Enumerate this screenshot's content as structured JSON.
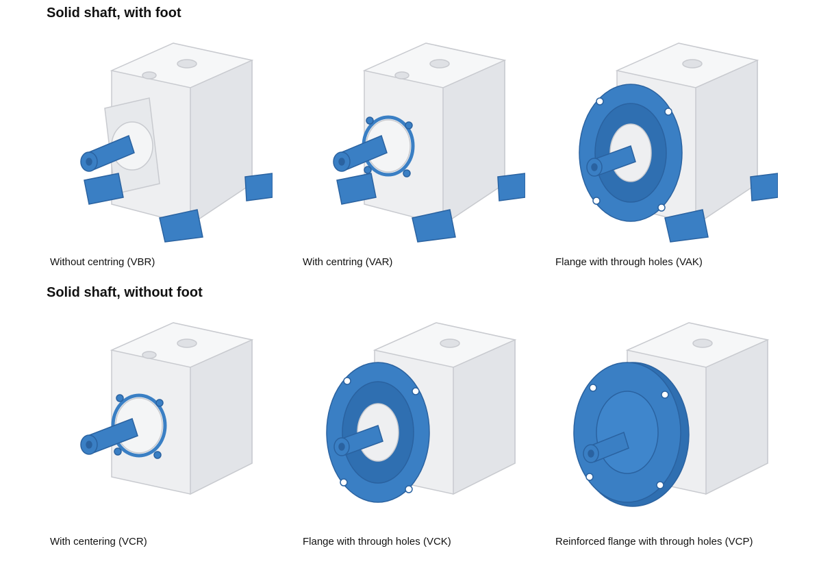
{
  "sections": [
    {
      "title": "Solid shaft, with foot",
      "items": [
        {
          "caption": "Without centring (VBR)",
          "mount": "foot-plain"
        },
        {
          "caption": "With centring (VAR)",
          "mount": "foot-centring"
        },
        {
          "caption": "Flange with through holes (VAK)",
          "mount": "foot-flange"
        }
      ]
    },
    {
      "title": "Solid shaft, without foot",
      "items": [
        {
          "caption": "With centering (VCR)",
          "mount": "centring"
        },
        {
          "caption": "Flange with through holes (VCK)",
          "mount": "flange"
        },
        {
          "caption": "Reinforced flange with through holes (VCP)",
          "mount": "reinforced-flange"
        }
      ]
    }
  ],
  "colors": {
    "housing": "#eeeff1",
    "housing_shade": "#d9dbdf",
    "accent": "#3a7fc4",
    "accent_dark": "#2a62a0"
  }
}
